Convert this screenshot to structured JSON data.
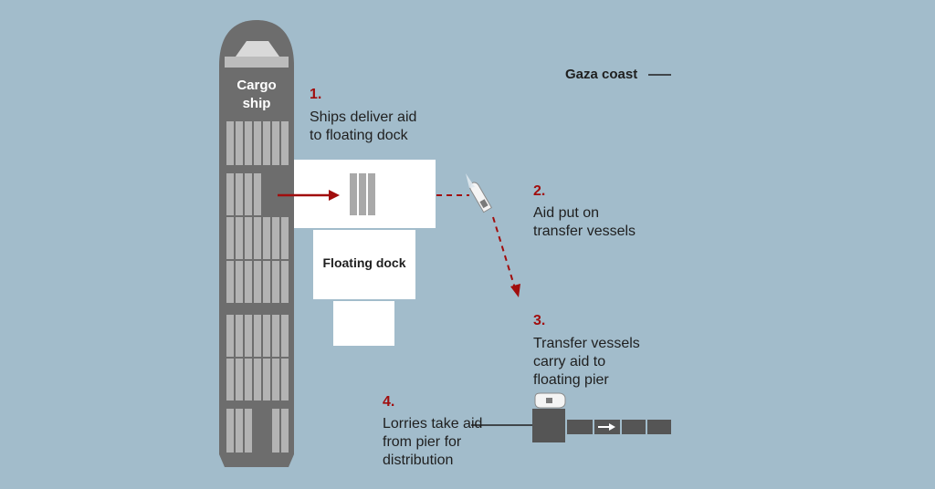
{
  "labels": {
    "ship": [
      "Cargo",
      "ship"
    ],
    "coast": "Gaza coast",
    "dock": "Floating dock"
  },
  "steps": [
    {
      "number": "1.",
      "lines": [
        "Ships deliver aid",
        "to floating dock"
      ]
    },
    {
      "number": "2.",
      "lines": [
        "Aid put on",
        "transfer vessels"
      ]
    },
    {
      "number": "3.",
      "lines": [
        "Transfer vessels",
        "carry aid to",
        "floating pier"
      ]
    },
    {
      "number": "4.",
      "lines": [
        "Lorries take aid",
        "from pier for",
        "distribution"
      ]
    }
  ],
  "colors": {
    "water": "#a2bccb",
    "ship_hull": "#6d6d6d",
    "cargo_container": "#b3b3b3",
    "dock": "#ffffff",
    "arrow": "#a10d0d",
    "pier": "#555555"
  }
}
